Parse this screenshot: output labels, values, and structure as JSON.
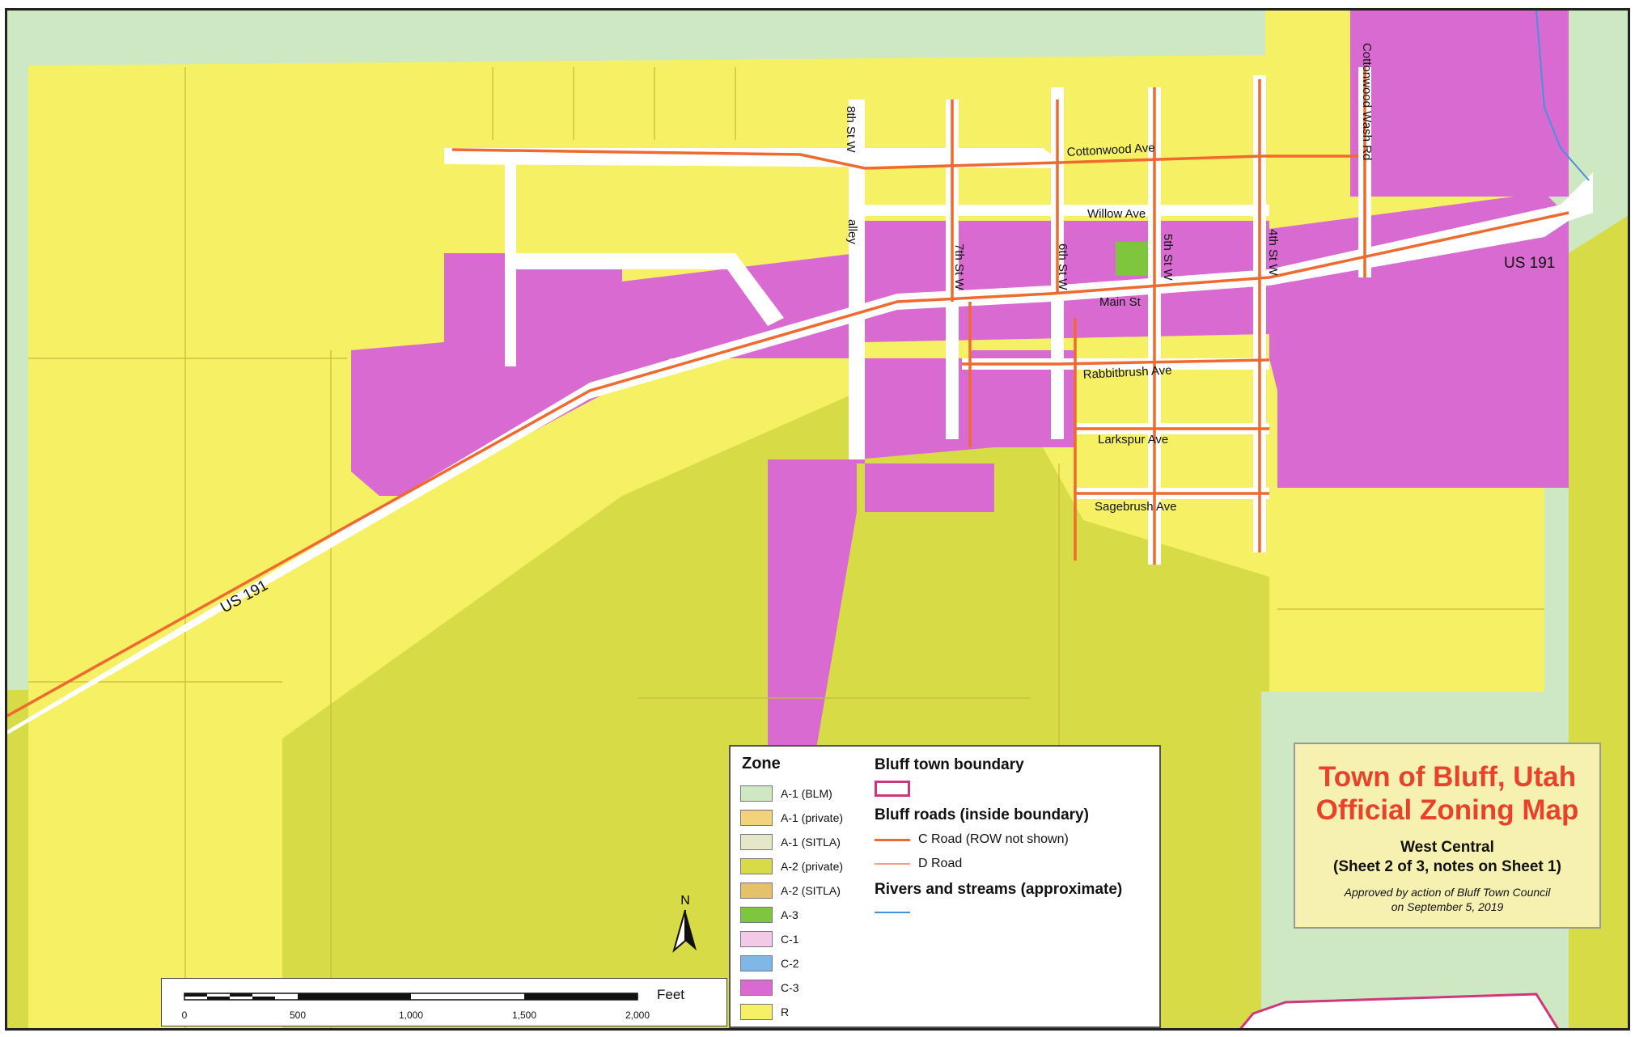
{
  "map": {
    "title_line1": "Town of Bluff, Utah",
    "title_line2": "Official Zoning Map",
    "subtitle": "West Central",
    "sheet_note": "(Sheet 2 of 3, notes on Sheet 1)",
    "approval_line1": "Approved by action of Bluff Town Council",
    "approval_line2": "on September 5, 2019"
  },
  "streets": {
    "us191_a": "US 191",
    "us191_b": "US 191",
    "main": "Main St",
    "cottonwood_ave": "Cottonwood Ave",
    "willow_ave": "Willow Ave",
    "rabbitbrush_ave": "Rabbitbrush Ave",
    "larkspur_ave": "Larkspur Ave",
    "sagebrush_ave": "Sagebrush Ave",
    "st8": "8th St W",
    "st7": "7th St W",
    "st6": "6th St W",
    "st5": "5th St W",
    "st4": "4th St W",
    "cottonwood_wash": "Cottonwood Wash Rd",
    "alley": "alley"
  },
  "legend": {
    "zone_heading": "Zone",
    "zones": [
      {
        "label": "A-1 (BLM)",
        "color": "#cfe8c4"
      },
      {
        "label": "A-1 (private)",
        "color": "#f2d27a"
      },
      {
        "label": "A-1 (SITLA)",
        "color": "#e6e6c8"
      },
      {
        "label": "A-2 (private)",
        "color": "#d7dc46"
      },
      {
        "label": "A-2 (SITLA)",
        "color": "#e4c26a"
      },
      {
        "label": "A-3",
        "color": "#7ec63e"
      },
      {
        "label": "C-1",
        "color": "#f2c9e6"
      },
      {
        "label": "C-2",
        "color": "#7fb8e6"
      },
      {
        "label": "C-3",
        "color": "#d96ad1"
      },
      {
        "label": "R",
        "color": "#f5f064"
      }
    ],
    "boundary_heading": "Bluff town boundary",
    "roads_heading": "Bluff roads (inside boundary)",
    "c_road": "C Road (ROW not shown)",
    "d_road": "D Road",
    "rivers_heading": "Rivers and streams (approximate)"
  },
  "scale": {
    "unit": "Feet",
    "ticks": [
      "0",
      "500",
      "1,000",
      "1,500",
      "2,000"
    ]
  },
  "north_label": "N",
  "colors": {
    "residential": "#f5f064",
    "commercial": "#d96ad1",
    "ag_private": "#d7dc46",
    "blm": "#cfe8c4",
    "a3": "#7ec63e",
    "c_road": "#ee6a2f",
    "d_road": "#f3a08a",
    "river": "#4a90d9",
    "boundary": "#d0367e",
    "title_red": "#e8432a"
  }
}
